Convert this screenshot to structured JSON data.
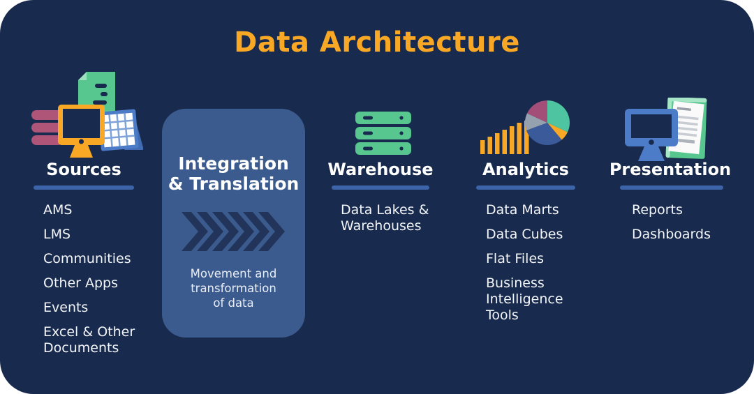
{
  "title": "Data Architecture",
  "colors": {
    "page_bg": "#FFFFFF",
    "canvas_bg": "#182A4D",
    "title_orange": "#F9A825",
    "heading_white": "#FFFFFF",
    "underline_blue": "#3D64A8",
    "integration_box_blue": "#3B5B8F",
    "chevron_navy": "#223459",
    "icon_green": "#57C78F",
    "icon_orange": "#F9A825",
    "icon_blue": "#4C7BC7",
    "icon_plum": "#AE5578",
    "pie_teal": "#4FC4A0",
    "pie_orange": "#F9A825",
    "pie_blue": "#3A5A99",
    "pie_gray": "#95A1AE",
    "pie_plum": "#A34E78"
  },
  "columns": {
    "sources": {
      "heading": "Sources",
      "icon": "sources-collage-icon (database, monitor, document, calendar)",
      "items": [
        "AMS",
        "LMS",
        "Communities",
        "Other Apps",
        "Events",
        "Excel & Other Documents"
      ]
    },
    "integration": {
      "heading_line1": "Integration",
      "heading_line2": "& Translation",
      "icon": "chevrons-right-icon",
      "description": "Movement and transformation of data"
    },
    "warehouse": {
      "heading": "Warehouse",
      "icon": "server-stack-icon",
      "items": [
        "Data Lakes & Warehouses"
      ]
    },
    "analytics": {
      "heading": "Analytics",
      "icon": "bar-and-pie-chart-icon",
      "items": [
        "Data Marts",
        "Data Cubes",
        "Flat Files",
        "Business Intelligence Tools"
      ]
    },
    "presentation": {
      "heading": "Presentation",
      "icon": "monitor-and-report-icon",
      "items": [
        "Reports",
        "Dashboards"
      ]
    }
  }
}
